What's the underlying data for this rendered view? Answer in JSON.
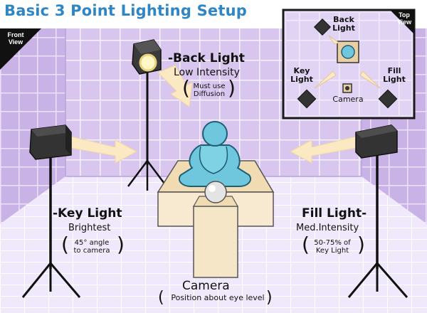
{
  "title": "Basic 3 Point Lighting Setup",
  "front_view": {
    "line1": "Front",
    "line2": "View"
  },
  "top_view_panel": {
    "corner_line1": "Top",
    "corner_line2": "View",
    "back_light": "Back Light",
    "key_light": "Key Light",
    "fill_light": "Fill Light",
    "camera": "Camera"
  },
  "back_light": {
    "title": "-Back Light",
    "intensity": "Low Intensity",
    "note_line1": "Must use",
    "note_line2": "Diffusion"
  },
  "key_light": {
    "title": "-Key Light",
    "intensity": "Brightest",
    "note_line1": "45° angle",
    "note_line2": "to camera"
  },
  "fill_light": {
    "title": "Fill Light-",
    "intensity": "Med.Intensity",
    "note_line1": "50-75% of",
    "note_line2": "Key Light"
  },
  "camera": {
    "title": "Camera",
    "note": "Position about eye level"
  },
  "colors": {
    "title_blue": "#2f86c4",
    "room_wall": "#d9c9ef",
    "grid_line": "#f4efff",
    "floor": "#efe6fb",
    "subject": "#6ec7dc",
    "table": "#f6e6c8",
    "light_box": "#333333",
    "arrow": "#fbe9c3",
    "top_panel_border": "#1a1a1a"
  }
}
